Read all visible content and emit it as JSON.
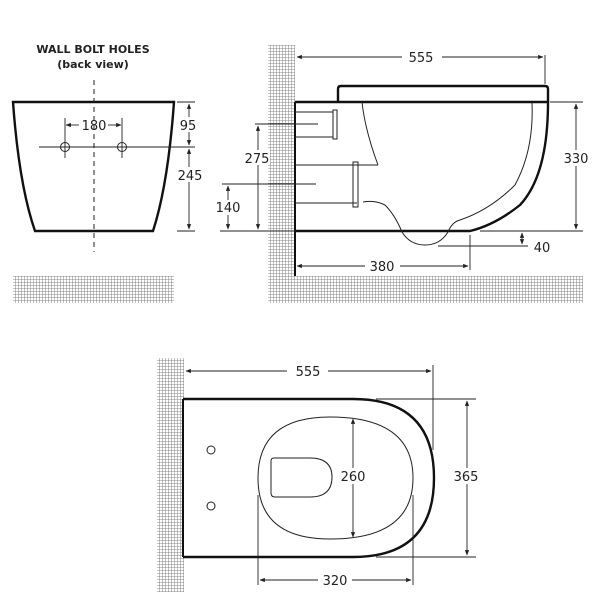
{
  "back_view": {
    "title": "WALL BOLT HOLES",
    "subtitle": "(back view)",
    "dim_bolt_spacing": "180",
    "dim_top_to_bolts": "95",
    "dim_bolts_to_bottom": "245"
  },
  "side_view": {
    "dim_length": "555",
    "dim_height": "330",
    "dim_pipe_height": "275",
    "dim_inlet_height": "140",
    "dim_outlet_drop": "40",
    "dim_outlet_projection": "380"
  },
  "top_view": {
    "dim_length": "555",
    "dim_width": "365",
    "dim_seat_opening_width": "260",
    "dim_seat_opening_length": "320"
  },
  "colors": {
    "line": "#111111",
    "hatch": "#555555",
    "background": "#ffffff"
  }
}
